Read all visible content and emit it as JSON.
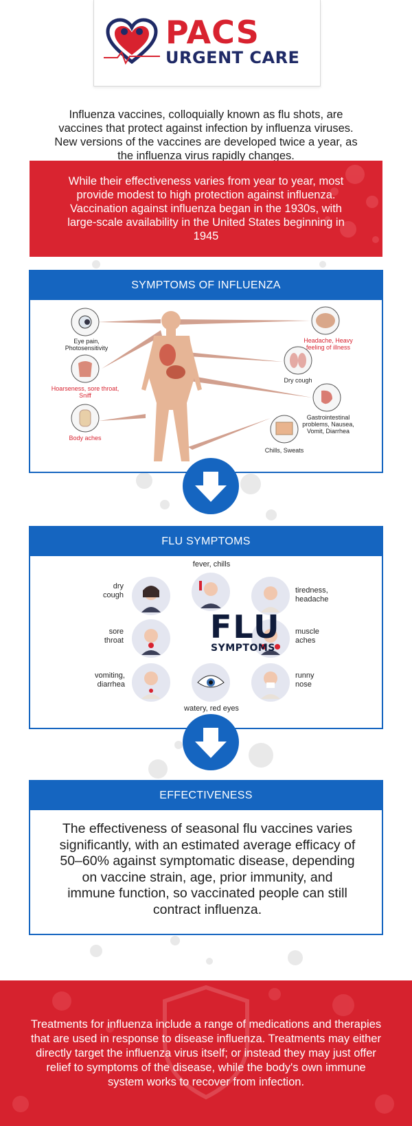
{
  "brand": {
    "name_top": "PACS",
    "name_bottom": "URGENT CARE",
    "colors": {
      "red": "#d8222f",
      "navy": "#1f2a66",
      "blue": "#1565c0"
    }
  },
  "intro": {
    "text": "Influenza vaccines, colloquially known as flu shots, are vaccines that protect against infection by influenza viruses. New versions of the vaccines are developed twice a year, as the influenza virus rapidly changes."
  },
  "highlight": {
    "text": "While their effectiveness varies from year to year, most provide modest to high protection against influenza. Vaccination against influenza began in the 1930s, with large-scale availability in the United States beginning in 1945"
  },
  "symptoms_panel": {
    "title": "SYMPTOMS OF INFLUENZA",
    "labels": {
      "eye": "Eye pain, Photosensitivity",
      "throat": "Hoarseness, sore throat, Sniff",
      "body": "Body aches",
      "head": "Headache, Heavy feeling of illness",
      "cough": "Dry cough",
      "gastro": "Gastrointestinal problems, Nausea, Vomit, Diarrhea",
      "chills": "Chills, Sweats"
    }
  },
  "flu_panel": {
    "title": "FLU SYMPTOMS",
    "center_big": "FLU",
    "center_small": "SYMPTOMS",
    "items": {
      "fever": "fever, chills",
      "dry_cough": "dry cough",
      "tiredness": "tiredness, headache",
      "sore_throat": "sore throat",
      "muscle": "muscle aches",
      "vomiting": "vomiting, diarrhea",
      "runny": "runny nose",
      "eyes": "watery, red eyes"
    }
  },
  "effectiveness": {
    "title": "EFFECTIVENESS",
    "text": "The effectiveness of seasonal flu vaccines varies significantly, with an estimated average efficacy of 50–60% against symptomatic disease, depending on vaccine strain, age, prior immunity, and immune function, so vaccinated people can still contract influenza."
  },
  "footer": {
    "text": "Treatments for influenza include a range of medications and therapies that are used in response to disease influenza. Treatments may either directly target the influenza virus itself; or instead they may just offer relief to symptoms of the disease, while the body's own immune system works to recover from infection."
  }
}
